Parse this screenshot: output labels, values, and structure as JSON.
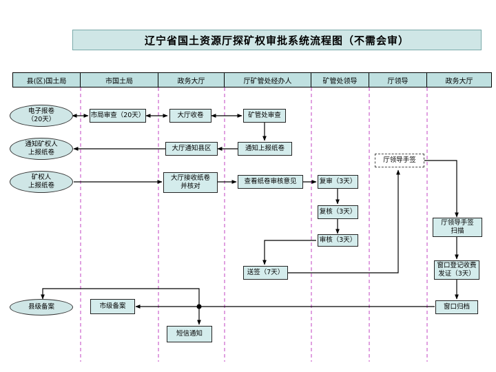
{
  "title": "辽宁省国土资源厅探矿权审批系统流程图（不需会审）",
  "columns": [
    "县(区)国土局",
    "市国土局",
    "政务大厅",
    "厅矿管处经办人",
    "矿管处领导",
    "厅领导",
    "政务大厅"
  ],
  "nodes": {
    "e_report": "电子报卷\n（20天）",
    "notify_holder": "通知矿权人\n上报纸卷",
    "holder_submit": "矿权人\n上报纸卷",
    "county_filing": "县级备案",
    "city_review": "市局审查（20天）",
    "hall_receive": "大厅收卷",
    "hall_notify_county": "大厅通知县区",
    "hall_receive_paper": "大厅接收纸卷\n并核对",
    "city_filing": "市级备案",
    "sms_notice": "短信通知",
    "dept_review": "矿管处审查",
    "notify_paper": "通知上报纸卷",
    "check_paper": "查看纸卷审核意见",
    "send_sign": "送签（7天）",
    "recheck_1": "复审（3天）",
    "recheck_2": "复核（3天）",
    "approve": "审核（3天）",
    "leader_sign": "厅领导手签",
    "leader_sign_scan": "厅领导手签\n扫描",
    "window_register": "窗口登记收费\n发证（3天）",
    "window_archive": "窗口归档"
  },
  "colors": {
    "title_bg": "#cfe6e6",
    "box_bg": "#d4ecec",
    "header_bg": "#bfe0e0",
    "dash_line": "#c040c0"
  }
}
